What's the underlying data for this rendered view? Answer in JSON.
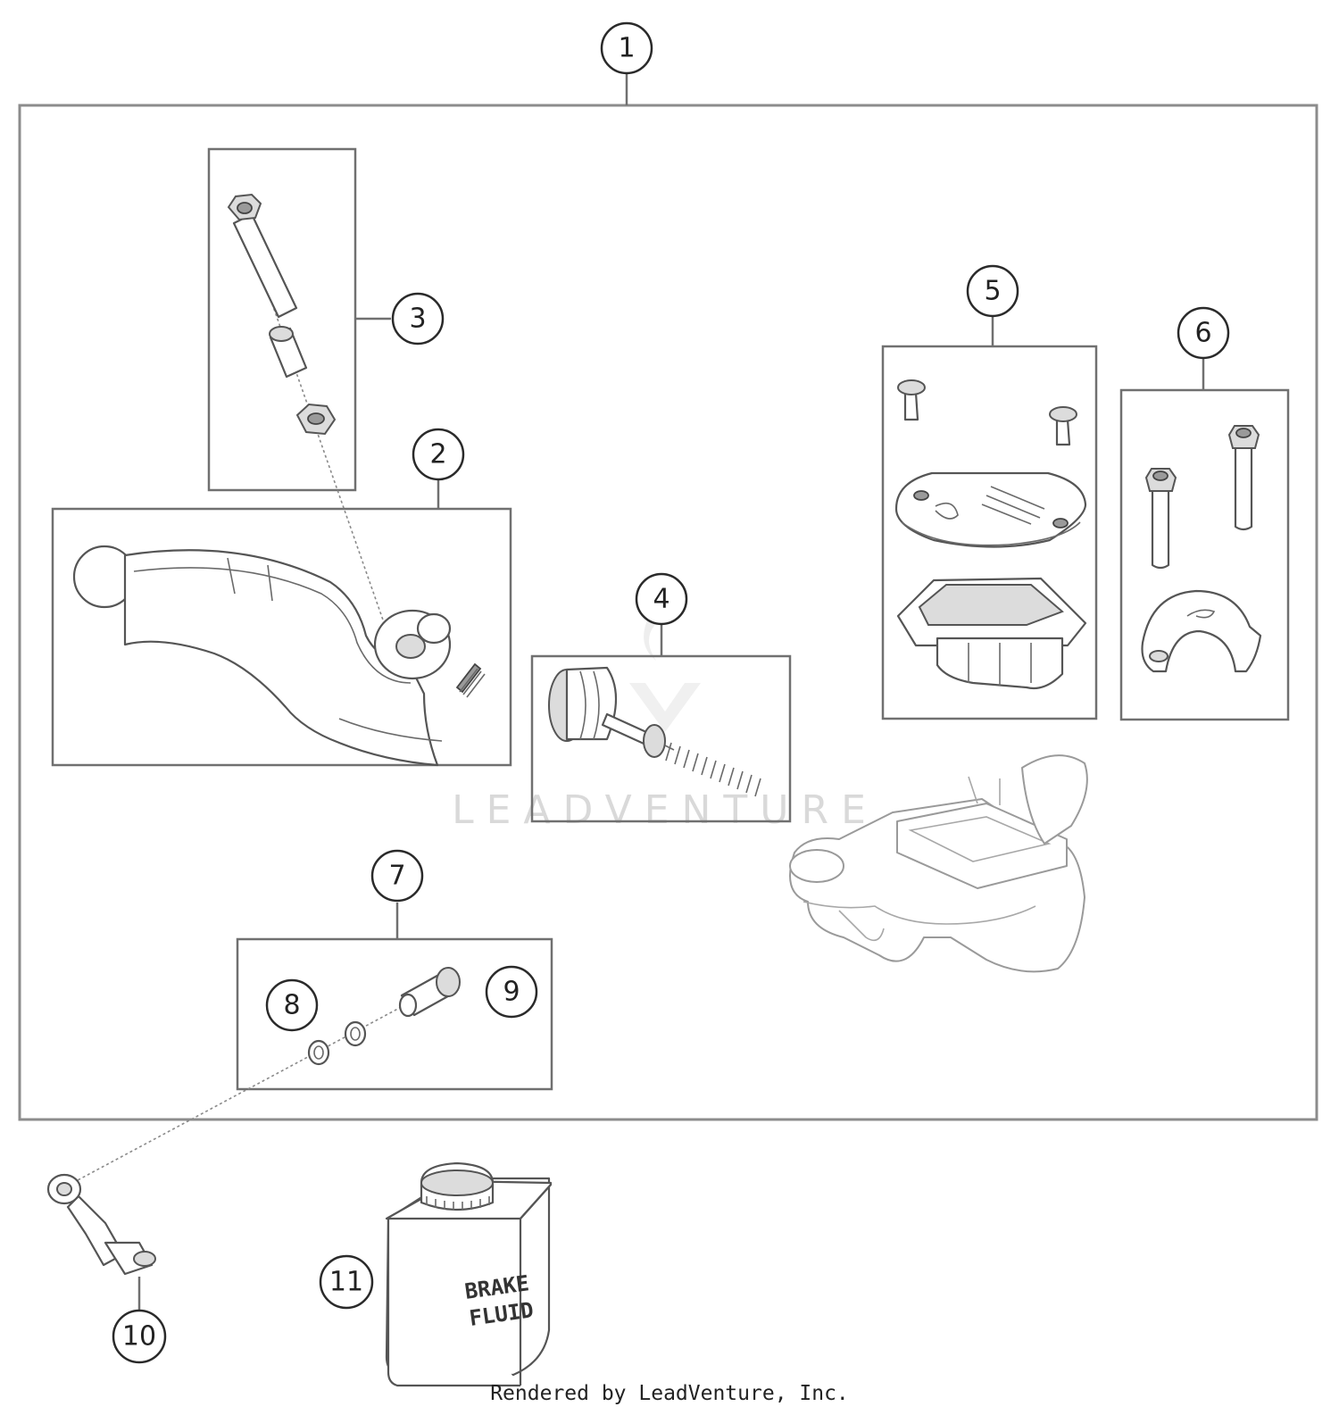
{
  "callouts": [
    {
      "id": "1",
      "label": "1"
    },
    {
      "id": "2",
      "label": "2"
    },
    {
      "id": "3",
      "label": "3"
    },
    {
      "id": "4",
      "label": "4"
    },
    {
      "id": "5",
      "label": "5"
    },
    {
      "id": "6",
      "label": "6"
    },
    {
      "id": "7",
      "label": "7"
    },
    {
      "id": "8",
      "label": "8"
    },
    {
      "id": "9",
      "label": "9"
    },
    {
      "id": "10",
      "label": "10"
    },
    {
      "id": "11",
      "label": "11"
    }
  ],
  "can_label": {
    "line1": "BRAKE",
    "line2": "FLUID"
  },
  "watermark": "LEADVENTURE",
  "footer": "Rendered by LeadVenture, Inc."
}
